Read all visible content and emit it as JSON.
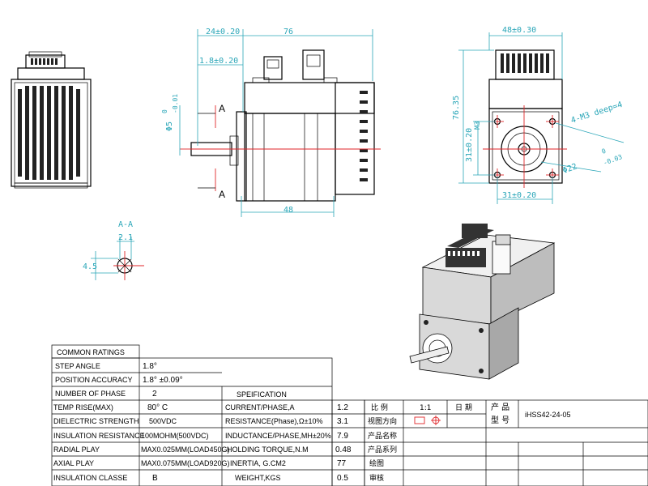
{
  "dimensions": {
    "top_24": "24±0.20",
    "top_76": "76",
    "flange_18": "1.8±0.20",
    "shaft_dia": "Φ5",
    "shaft_tol_up": "0",
    "shaft_tol_dn": "-0.01",
    "bottom_48": "48",
    "right_top_48": "48±0.30",
    "height_7635": "76.35",
    "hole_spacing": "31±0.20",
    "thread": "M3",
    "holes": "4-M3 deep=4",
    "pilot_dia": "Φ22",
    "pilot_tol_up": "0",
    "pilot_tol_dn": "-0.03",
    "section_small": "2.1",
    "section_45": "4.5"
  },
  "section_marks": {
    "a_upper": "A",
    "a_lower": "A",
    "section_title": "A-A"
  },
  "ratings_table": {
    "header": "COMMON RATINGS",
    "spec_header": "SPEIFICATION",
    "rows_left": [
      {
        "label": "STEP ANGLE",
        "value": "1.8°"
      },
      {
        "label": "POSITION ACCURACY",
        "value": "1.8°  ±0.09°"
      },
      {
        "label": "NUMBER OF PHASE",
        "value": "2"
      },
      {
        "label": "TEMP RISE(MAX)",
        "value": "80° C"
      },
      {
        "label": "DIELECTRIC STRENGTH",
        "value": "500VDC"
      },
      {
        "label": "INSULATION RESISTANCE",
        "value": "100MOHM(500VDC)"
      },
      {
        "label": "RADIAL PLAY",
        "value": "MAX0.025MM(LOAD450G)"
      },
      {
        "label": "AXIAL PLAY",
        "value": "MAX0.075MM(LOAD920G)"
      },
      {
        "label": "INSULATION CLASSE",
        "value": "B"
      }
    ],
    "rows_spec": [
      {
        "label": "CURRENT/PHASE,A",
        "value": "1.2"
      },
      {
        "label": "RESISTANCE(Phase),Ω±10%",
        "value": "3.1"
      },
      {
        "label": "INDUCTANCE/PHASE,MH±20%",
        "value": "7.9"
      },
      {
        "label": "HOLDING TORQUE,N.M",
        "value": "0.48"
      },
      {
        "label": "INERTIA, G.CM2",
        "value": "77"
      },
      {
        "label": "WEIGHT,KGS",
        "value": "0.5"
      }
    ]
  },
  "title_block": {
    "scale_label": "比 例",
    "scale_value": "1:1",
    "date_label": "日 期",
    "view_dir_label": "视图方向",
    "product_name_label": "产品名称",
    "product_series_label": "产品系列",
    "drawn_label": "绘图",
    "review_label": "审核",
    "product_label_1": "产 品",
    "product_label_2": "型 号",
    "model": "iHSS42-24-05"
  },
  "colors": {
    "dimension": "#2aa6b8",
    "centerline": "#e0262a",
    "outline": "#000000"
  }
}
